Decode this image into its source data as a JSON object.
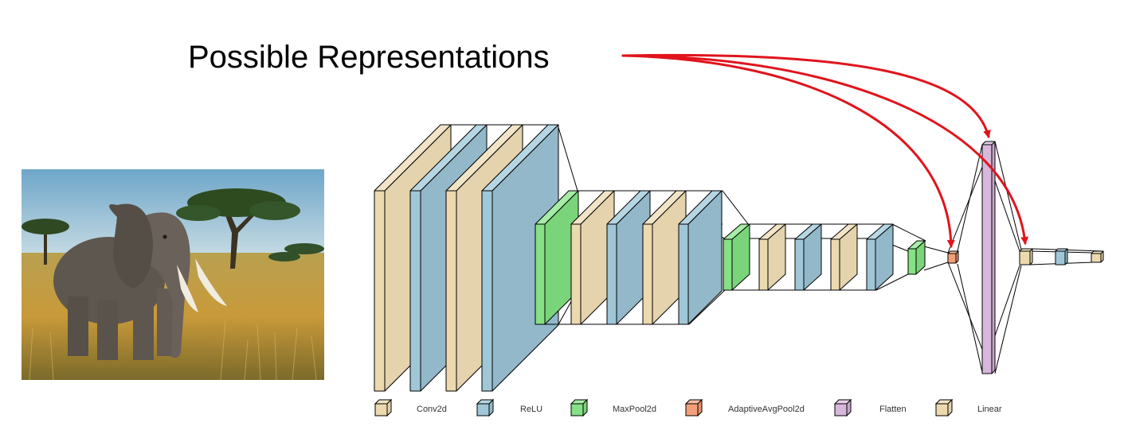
{
  "figure": {
    "title": "Possible Representations",
    "image_subject": "elephant-on-savanna",
    "legend": [
      {
        "label": "Conv2d",
        "color": "#ecd9ae"
      },
      {
        "label": "ReLU",
        "color": "#9fc7d8"
      },
      {
        "label": "MaxPool2d",
        "color": "#86e086"
      },
      {
        "label": "AdaptiveAvgPool2d",
        "color": "#f3a07a"
      },
      {
        "label": "Flatten",
        "color": "#d7b8dc"
      },
      {
        "label": "Linear",
        "color": "#ecd9ae"
      }
    ],
    "arrow_color": "#e0141c"
  }
}
